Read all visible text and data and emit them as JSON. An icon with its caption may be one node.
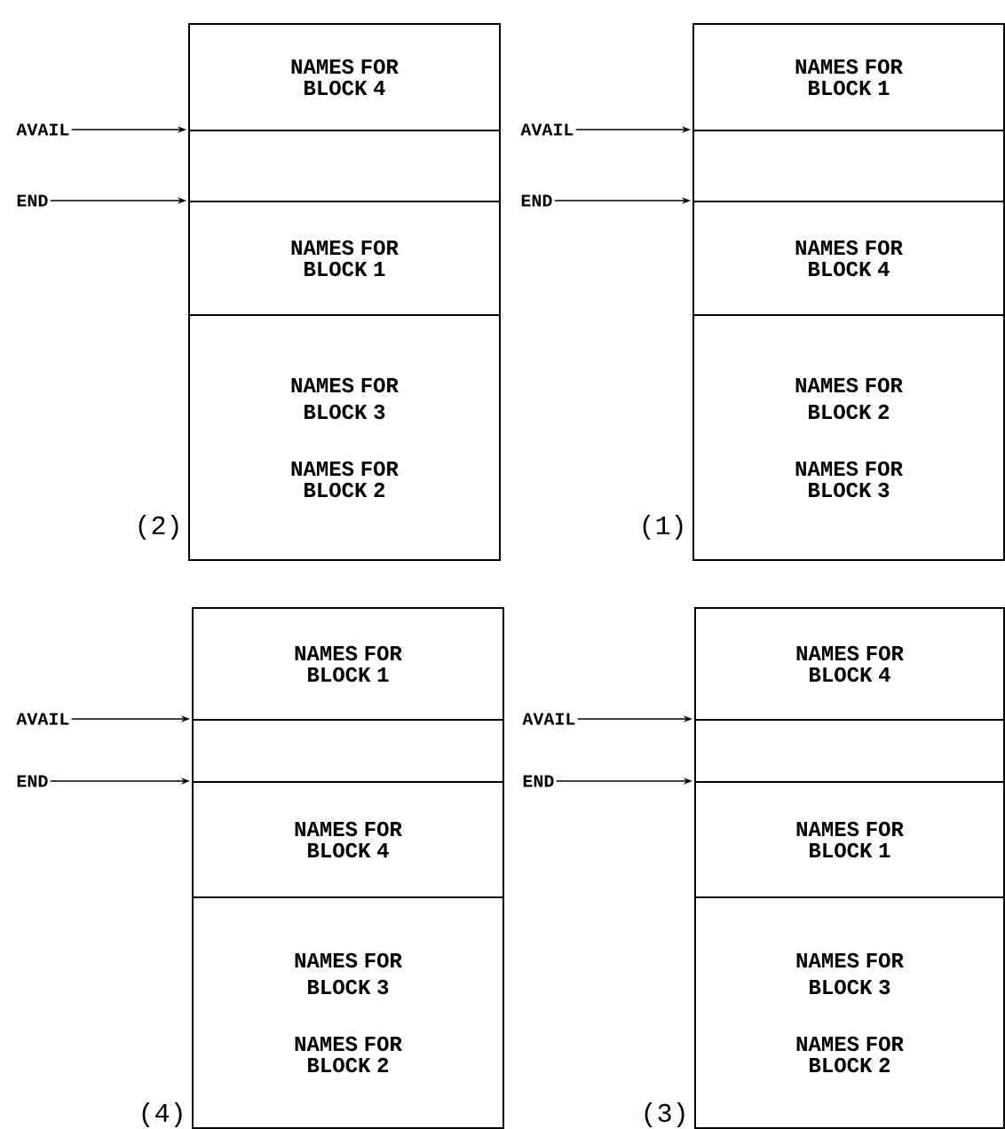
{
  "diagram": {
    "nodes": [
      {
        "text": [
          "NAMES FOR BLOCK 4"
        ]
      },
      {
        "text": [
          "AVAIL"
        ]
      },
      {
        "text": [],
        "shape": "box"
      },
      {
        "text": [
          "END"
        ]
      },
      {
        "text": [
          "NAMES FOR BLOCK 1"
        ]
      },
      {
        "text": [
          "NAMES FOR BLOCK 3",
          "NAMES FOR BLOCK 2"
        ]
      },
      {
        "text": [
          "NAMES FOR BLOCK 1"
        ]
      },
      {
        "text": [
          "AVAIL"
        ]
      },
      {
        "text": [],
        "shape": "box"
      },
      {
        "text": [
          "END"
        ]
      },
      {
        "text": [
          "NAMES FOR BLOCK 4"
        ]
      },
      {
        "text": [
          "NAMES FOR BLOCK 2",
          "NAMES FOR BLOCK 3"
        ]
      },
      {
        "text": [
          "NAMES FOR BLOCK 1"
        ]
      },
      {
        "text": [
          "AVAIL"
        ]
      },
      {
        "text": [],
        "shape": "box"
      },
      {
        "text": [
          "END"
        ]
      },
      {
        "text": [
          "NAMES FOR BLOCK 4"
        ]
      },
      {
        "text": [
          "NAMES FOR BLOCK 3",
          "NAMES FOR BLOCK 2"
        ]
      },
      {
        "text": [
          "NAMES FOR BLOCK 4"
        ]
      },
      {
        "text": [
          "AVAIL"
        ]
      },
      {
        "text": [],
        "shape": "box"
      },
      {
        "text": [
          "END"
        ]
      },
      {
        "text": [
          "NAMES FOR BLOCK 1"
        ]
      },
      {
        "text": [
          "NAMES FOR BLOCK 3",
          "NAMES FOR BLOCK 2"
        ]
      }
    ],
    "edges": [
      {
        "from": 1,
        "to": 2,
        "arrow": "to"
      },
      {
        "from": 3,
        "to": 4,
        "arrow": "to"
      },
      {
        "from": 7,
        "to": 8,
        "arrow": "to"
      },
      {
        "from": 9,
        "to": 10,
        "arrow": "to"
      },
      {
        "from": 13,
        "to": 14,
        "arrow": "to"
      },
      {
        "from": 15,
        "to": 16,
        "arrow": "to"
      },
      {
        "from": 19,
        "to": 20,
        "arrow": "to"
      },
      {
        "from": 21,
        "to": 22,
        "arrow": "to"
      }
    ],
    "labels": [
      "(2)",
      "(1)",
      "(4)",
      "(3)"
    ]
  }
}
